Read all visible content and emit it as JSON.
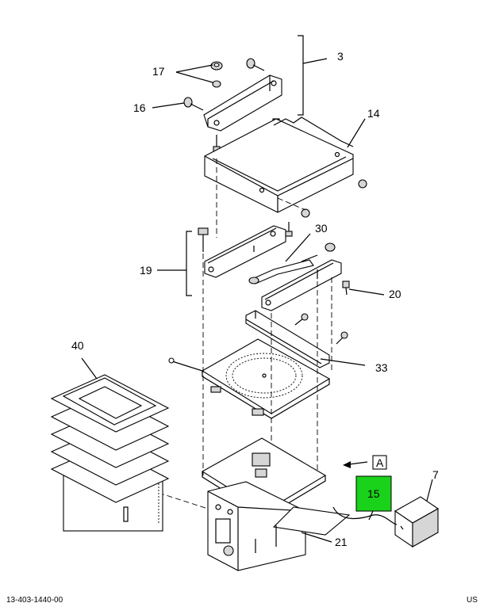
{
  "callouts": {
    "c3": "3",
    "c14": "14",
    "c16": "16",
    "c17": "17",
    "c19": "19",
    "c20": "20",
    "c30": "30",
    "c33": "33",
    "c40": "40",
    "c7": "7",
    "c15": "15",
    "c21": "21"
  },
  "view_marker": "A",
  "highlight": {
    "part": "15",
    "color": "#19d219"
  },
  "footer": {
    "left": "13-403-1440-00",
    "right": "US"
  }
}
